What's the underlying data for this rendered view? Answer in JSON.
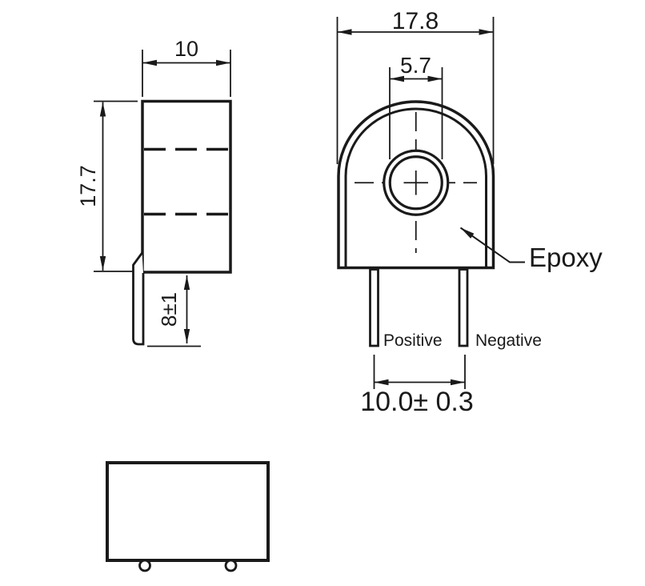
{
  "drawing": {
    "side_view": {
      "body_width": "10",
      "body_height": "17.7",
      "pin_length": "8±1"
    },
    "front_view": {
      "body_width": "17.8",
      "hole_diameter": "5.7",
      "pin_spacing": "10.0± 0.3",
      "epoxy_label": "Epoxy",
      "positive_pin_label": "Positive",
      "negative_pin_label": "Negative"
    },
    "colors": {
      "line": "#1a1a1a",
      "background": "#ffffff"
    }
  }
}
